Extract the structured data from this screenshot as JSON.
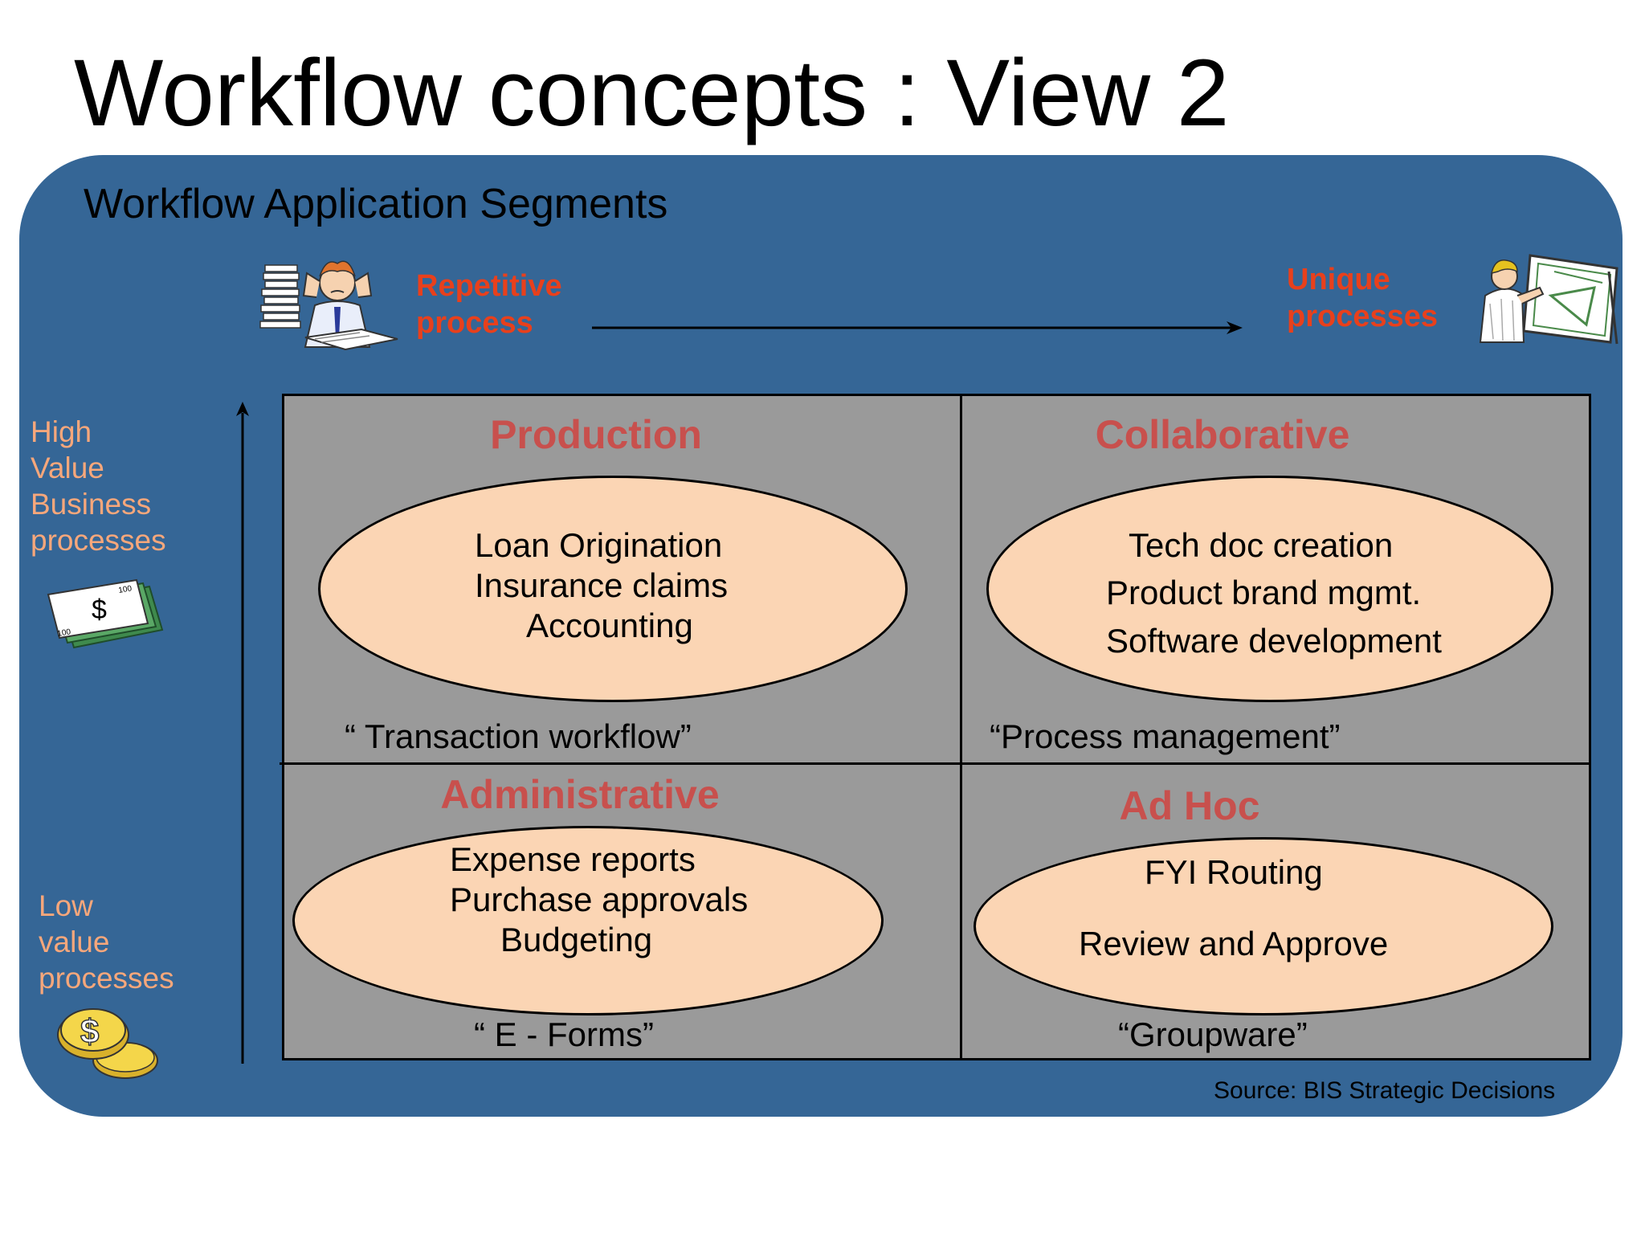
{
  "title": "Workflow concepts : View 2",
  "subtitle": "Workflow Application Segments",
  "x_axis": {
    "left_label": [
      "Repetitive",
      "process"
    ],
    "right_label": [
      "Unique",
      "processes"
    ]
  },
  "y_axis": {
    "top_label": [
      "High",
      "Value",
      "Business",
      "processes"
    ],
    "bottom_label": [
      "Low",
      "value",
      "processes"
    ]
  },
  "quadrants": {
    "production": {
      "heading": "Production",
      "items": [
        "Loan  Origination",
        "Insurance claims",
        "Accounting"
      ],
      "caption": "“ Transaction workflow”"
    },
    "collaborative": {
      "heading": "Collaborative",
      "items": [
        "Tech doc creation",
        "Product brand mgmt.",
        "Software development"
      ],
      "caption": "“Process management”"
    },
    "administrative": {
      "heading": "Administrative",
      "items": [
        "Expense reports",
        "Purchase approvals",
        "Budgeting"
      ],
      "caption": "“ E - Forms”"
    },
    "adhoc": {
      "heading": "Ad Hoc",
      "items": [
        "FYI Routing",
        "Review and Approve"
      ],
      "caption": "“Groupware”"
    }
  },
  "money_icon": {
    "symbol": "$",
    "denomination": "100"
  },
  "coin_icon": {
    "symbol": "$"
  },
  "source": "Source: BIS Strategic Decisions"
}
